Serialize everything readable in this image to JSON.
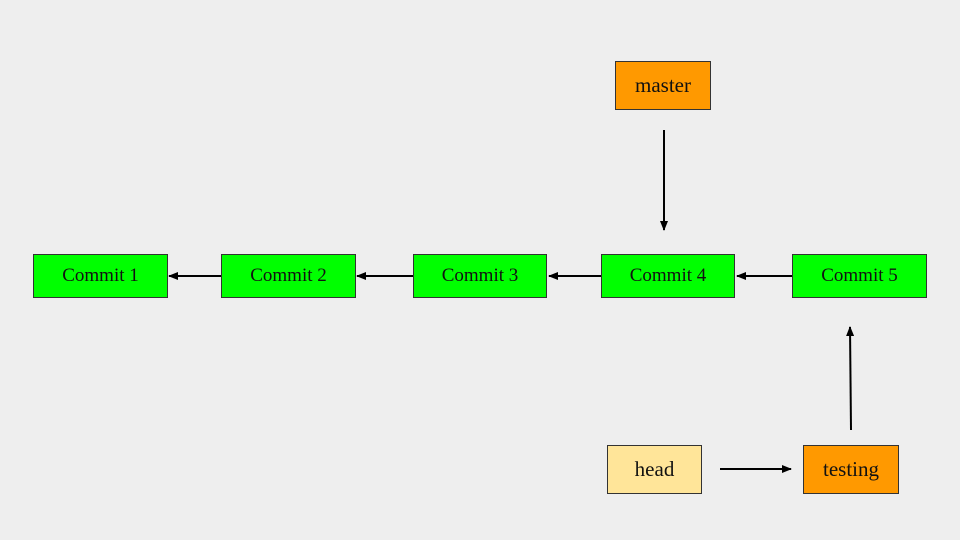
{
  "colors": {
    "background": "#eeeeee",
    "commit_fill": "#00ff00",
    "branch_fill": "#ff9900",
    "head_fill": "#ffe599",
    "edge": "#000000"
  },
  "commits": [
    {
      "id": "c1",
      "label": "Commit 1"
    },
    {
      "id": "c2",
      "label": "Commit 2"
    },
    {
      "id": "c3",
      "label": "Commit 3"
    },
    {
      "id": "c4",
      "label": "Commit 4"
    },
    {
      "id": "c5",
      "label": "Commit 5"
    }
  ],
  "refs": {
    "master": {
      "label": "master",
      "points_to": "c4"
    },
    "testing": {
      "label": "testing",
      "points_to": "c5"
    },
    "head": {
      "label": "head",
      "points_to": "testing"
    }
  },
  "parent_links": [
    {
      "from": "c2",
      "to": "c1"
    },
    {
      "from": "c3",
      "to": "c2"
    },
    {
      "from": "c4",
      "to": "c3"
    },
    {
      "from": "c5",
      "to": "c4"
    }
  ]
}
